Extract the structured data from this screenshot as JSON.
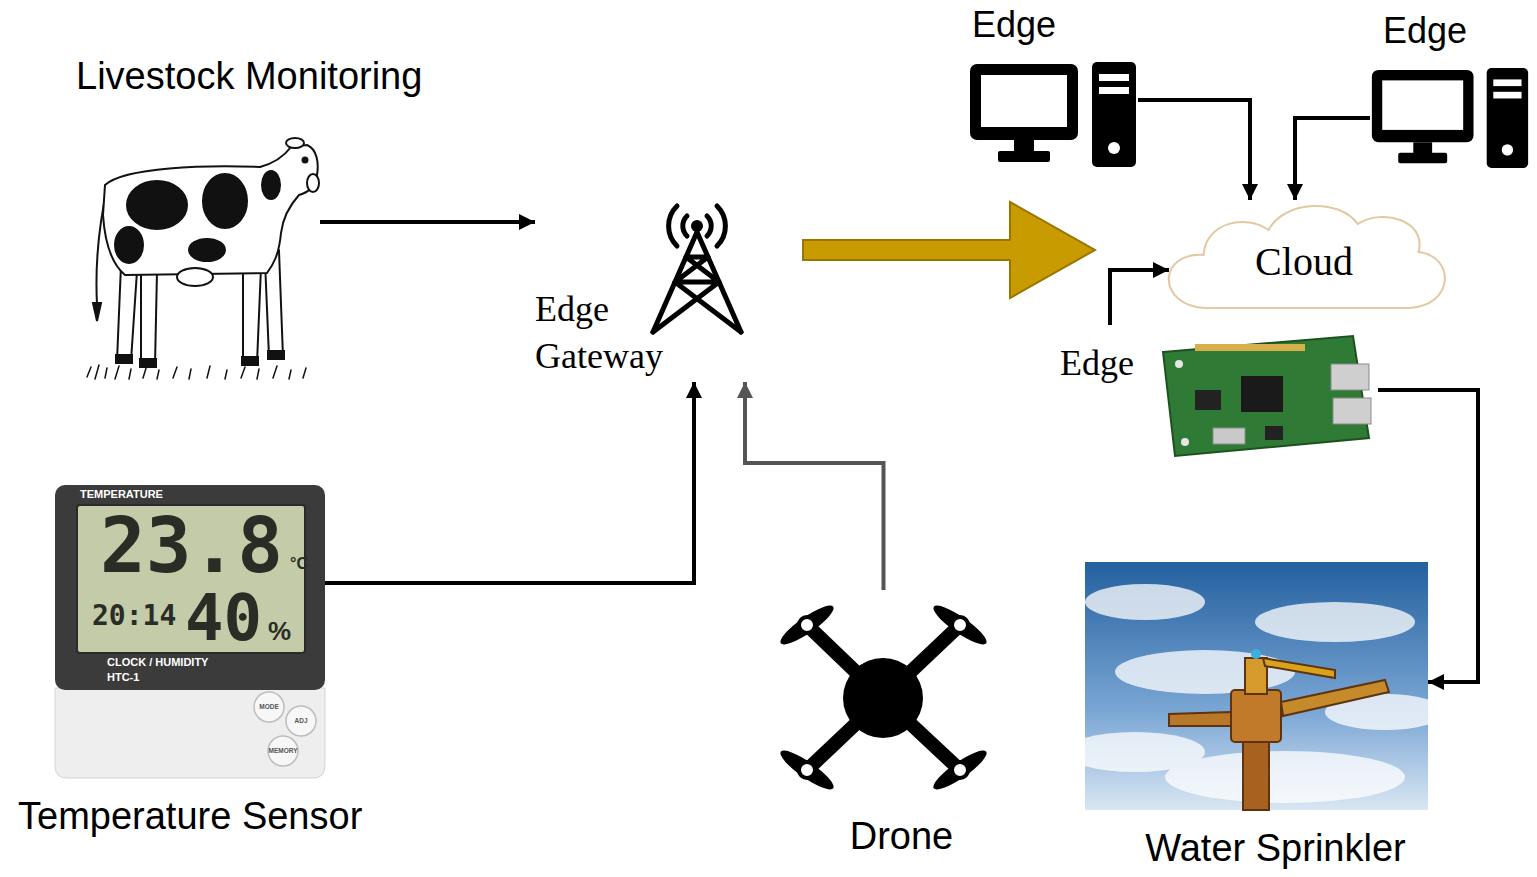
{
  "diagram": {
    "nodes": [
      {
        "text": [
          "Livestock Monitoring"
        ]
      },
      {
        "text": [
          "Temperature Sensor"
        ]
      },
      {
        "text": [
          "Edge Gateway"
        ]
      },
      {
        "text": [
          "Drone"
        ]
      },
      {
        "text": [
          "Edge"
        ]
      },
      {
        "text": [
          "Edge"
        ]
      },
      {
        "text": [
          "Cloud"
        ]
      },
      {
        "text": [
          "Edge"
        ]
      },
      {
        "text": [
          "Water Sprinkler"
        ]
      }
    ],
    "edges": [
      {
        "from": 0,
        "to": 2,
        "arrow": "to"
      },
      {
        "from": 1,
        "to": 2,
        "arrow": "to"
      },
      {
        "from": 3,
        "to": 2,
        "arrow": "to"
      },
      {
        "from": 2,
        "to": 6,
        "arrow": "to"
      },
      {
        "from": 4,
        "to": 6,
        "arrow": "to"
      },
      {
        "from": 5,
        "to": 6,
        "arrow": "to"
      },
      {
        "from": 7,
        "to": 6,
        "arrow": "to"
      },
      {
        "from": 7,
        "to": 8,
        "arrow": "to"
      }
    ],
    "labels": [
      "TEMPERATURE",
      "23.8",
      "°C",
      "20:14",
      "40",
      "%",
      "CLOCK / HUMIDITY",
      "HTC-1",
      "MODE",
      "ADJ",
      "MEMORY"
    ]
  }
}
